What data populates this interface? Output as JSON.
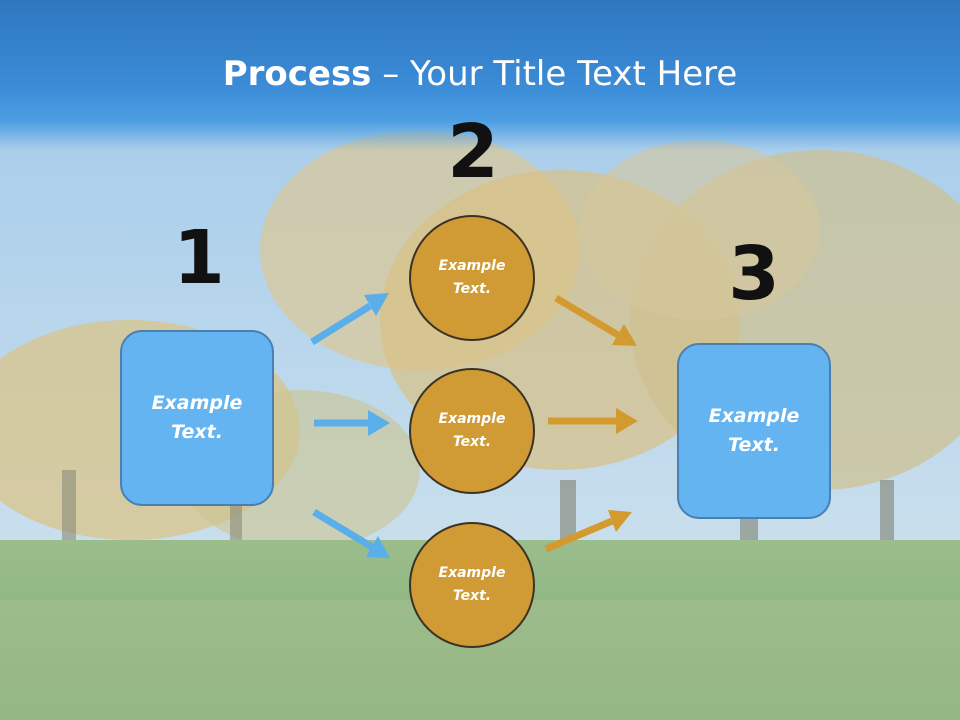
{
  "slide": {
    "title_bold": "Process",
    "title_rest": " – Your Title Text Here",
    "steps": [
      {
        "number": "1",
        "text_line1": "Example",
        "text_line2": "Text."
      },
      {
        "number": "2",
        "text_line1": "Example",
        "text_line2": "Text."
      },
      {
        "number": "3",
        "text_line1": "Example",
        "text_line2": "Text."
      }
    ],
    "circles": [
      {
        "text_line1": "Example",
        "text_line2": "Text."
      },
      {
        "text_line1": "Example",
        "text_line2": "Text."
      },
      {
        "text_line1": "Example",
        "text_line2": "Text."
      }
    ]
  },
  "colors": {
    "box_fill": "#63b4f0",
    "circle_fill": "#d09a34",
    "arrow_blue": "#5aaee9",
    "arrow_gold": "#d39a2f"
  }
}
